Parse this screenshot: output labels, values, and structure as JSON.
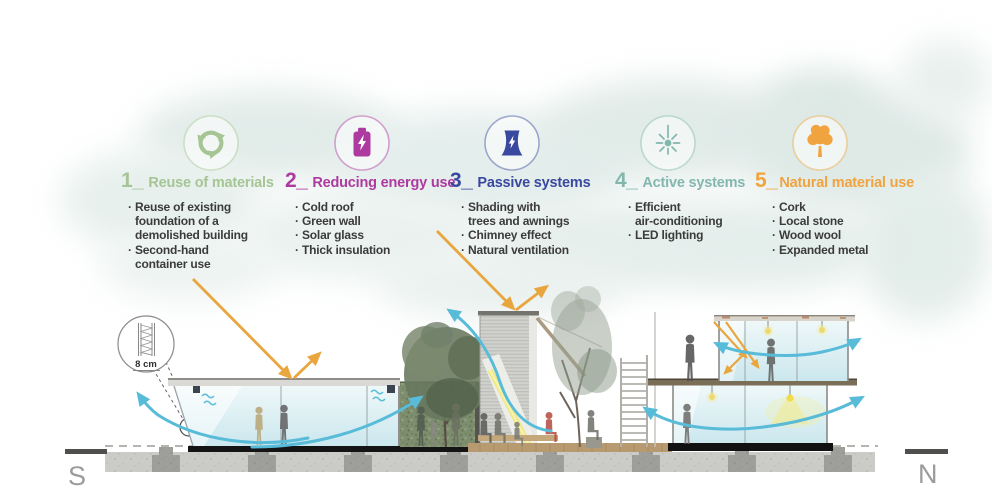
{
  "strategies": [
    {
      "number": "1_",
      "heading": "Reuse of materials",
      "color": "#a6c595",
      "icon": "recycle-icon",
      "bullets": [
        "Reuse of existing\nfoundation of a\ndemolished building",
        "Second-hand\ncontainer use"
      ]
    },
    {
      "number": "2_",
      "heading": "Reducing energy use",
      "color": "#ad3a9e",
      "icon": "battery-icon",
      "bullets": [
        "Cold roof",
        "Green wall",
        "Solar glass",
        "Thick insulation"
      ]
    },
    {
      "number": "3_",
      "heading": "Passive systems",
      "color": "#3a49a0",
      "icon": "power-plant-icon",
      "bullets": [
        "Shading with\ntrees and awnings",
        "Chimney effect",
        "Natural ventilation"
      ]
    },
    {
      "number": "4_",
      "heading": "Active systems",
      "color": "#83b7ad",
      "icon": "light-rays-icon",
      "bullets": [
        "Efficient\nair-conditioning",
        "LED lighting"
      ]
    },
    {
      "number": "5_",
      "heading": "Natural material use",
      "color": "#f0a33f",
      "icon": "tree-icon",
      "bullets": [
        "Cork",
        "Local stone",
        "Wood wool",
        "Expanded metal"
      ]
    }
  ],
  "section": {
    "south_label": "S",
    "north_label": "N",
    "detail_label": "8 cm",
    "sun_arrow_color": "#e9a63e",
    "air_arrow_color": "#58bcd9"
  }
}
